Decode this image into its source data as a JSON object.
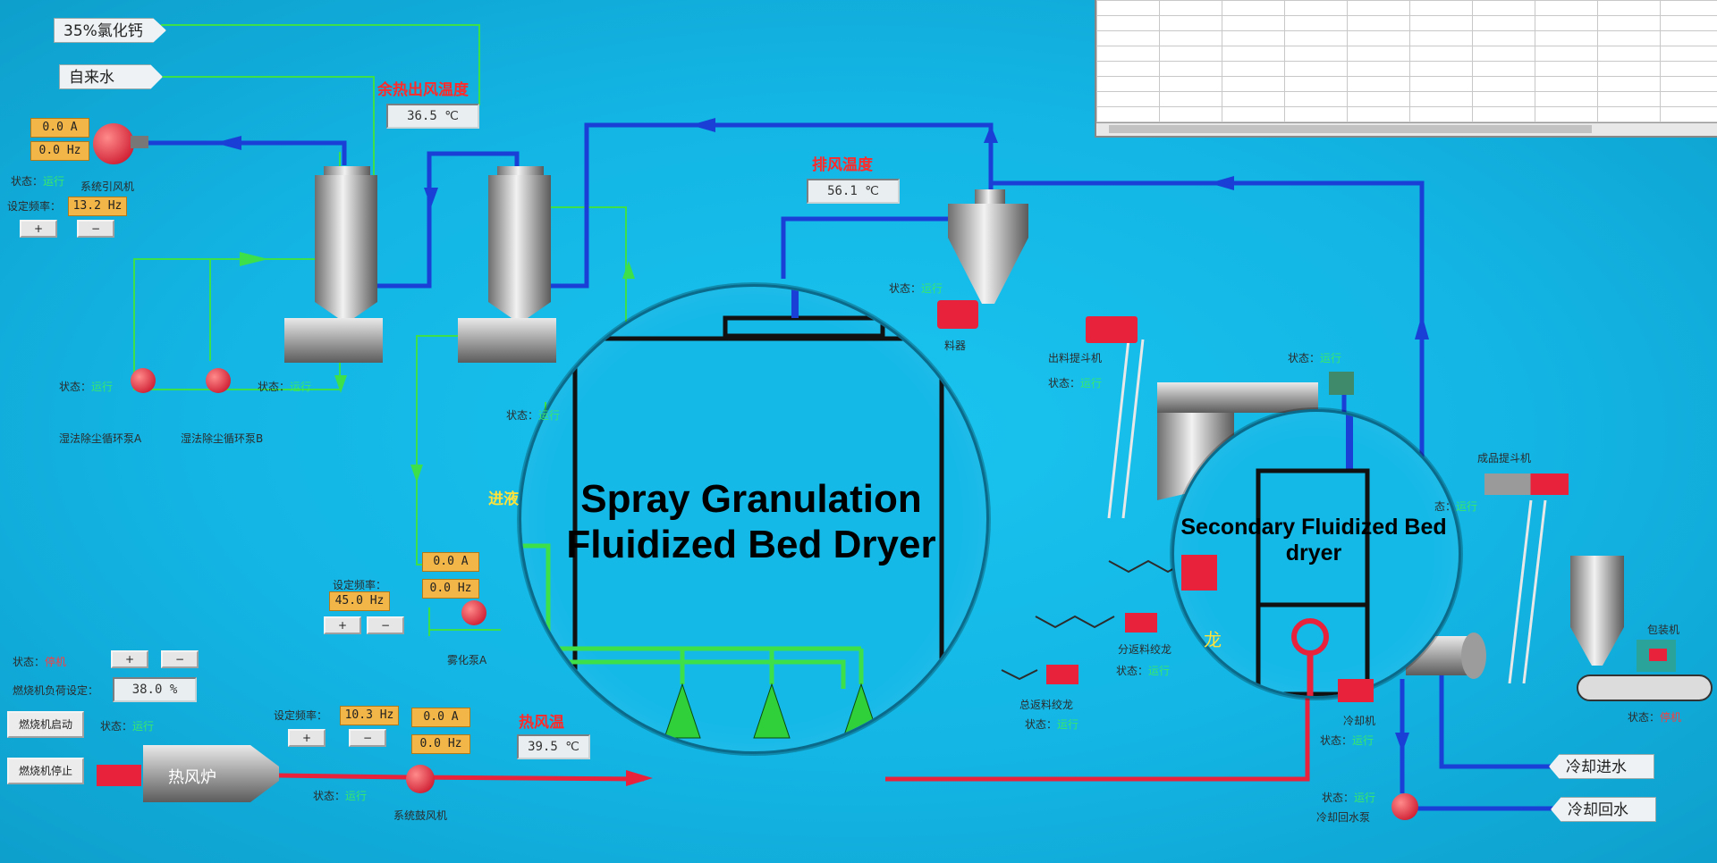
{
  "feeds": {
    "calcium_chloride": "35%氯化钙",
    "tap_water": "自来水",
    "cooling_in": "冷却进水",
    "cooling_return": "冷却回水"
  },
  "induced_fan": {
    "current": "0.0  A",
    "freq": "0.0 Hz",
    "name": "系统引风机",
    "status_label": "状态：",
    "status_value": "运行",
    "setfreq_label": "设定频率：",
    "setfreq_value": "13.2 Hz",
    "plus": "+",
    "minus": "−"
  },
  "waste_heat_temp": {
    "label": "余热出风温度",
    "value": "36.5 ℃"
  },
  "exhaust_temp": {
    "label": "排风温度",
    "value": "56.1 ℃"
  },
  "hot_air_temp": {
    "label": "热风温度",
    "value": "39.5 ℃"
  },
  "scrubber_pumps": {
    "status_label": "状态：",
    "a_status": "运行",
    "b_status": "运行",
    "a_name": "湿法除尘循环泵A",
    "b_name": "湿法除尘循环泵B"
  },
  "misc_status": {
    "label": "状态：",
    "value": "运行"
  },
  "cyclone_status": {
    "label": "状态：",
    "value": "运行",
    "name": "料器"
  },
  "feed_label": "进液",
  "atomizer": {
    "setfreq_label": "设定频率：",
    "setfreq_value": "45.0 Hz",
    "current": "0.0  A",
    "freq": "0.0 Hz",
    "name": "雾化泵A",
    "plus": "+",
    "minus": "−"
  },
  "burner": {
    "status_label": "状态：",
    "status_value": "停机",
    "load_label": "燃烧机负荷设定：",
    "load_value": "38.0 %",
    "start": "燃烧机启动",
    "stop": "燃烧机停止",
    "status2_label": "状态：",
    "status2_value": "运行",
    "plus": "+",
    "minus": "−"
  },
  "hot_air_furnace": "热风炉",
  "blower": {
    "setfreq_label": "设定频率：",
    "setfreq_value": "10.3 Hz",
    "current": "0.0  A",
    "freq": "0.0 Hz",
    "status_label": "状态：",
    "status_value": "运行",
    "name": "系统鼓风机",
    "plus": "+",
    "minus": "−"
  },
  "discharge_elevator": {
    "name": "出料提斗机",
    "status_label": "状态：",
    "status_value": "运行"
  },
  "secondary_status": {
    "label": "状态：",
    "value": "运行"
  },
  "split_conveyor": {
    "name": "分返料绞龙",
    "status_label": "状态：",
    "status_value": "运行",
    "tag": "龙"
  },
  "return_conveyor": {
    "name": "总返料绞龙",
    "status_label": "状态：",
    "status_value": "运行"
  },
  "product_elevator": {
    "name": "成品提斗机",
    "status_label": "状态：",
    "status_value": "运行",
    "prefix": "态："
  },
  "cooler": {
    "name": "冷却机",
    "status_label": "状态：",
    "status_value": "运行"
  },
  "cooling_pump": {
    "name": "冷却回水泵",
    "status_label": "状态：",
    "status_value": "运行"
  },
  "packaging": {
    "name": "包装机",
    "status_label": "状态：",
    "status_value": "停机"
  },
  "callouts": {
    "main": "Spray Granulation Fluidized Bed Dryer",
    "secondary": "Secondary Fluidized Bed dryer"
  },
  "colors": {
    "background": "#13b5e4",
    "air_pipe": "#1a3fd6",
    "liquid_pipe": "#3ee04a",
    "hot_pipe": "#e8223a",
    "running": "#39e86b",
    "stopped": "#ff3b3b",
    "label_red": "#ff2a2a",
    "label_yellow": "#ffe23a"
  }
}
